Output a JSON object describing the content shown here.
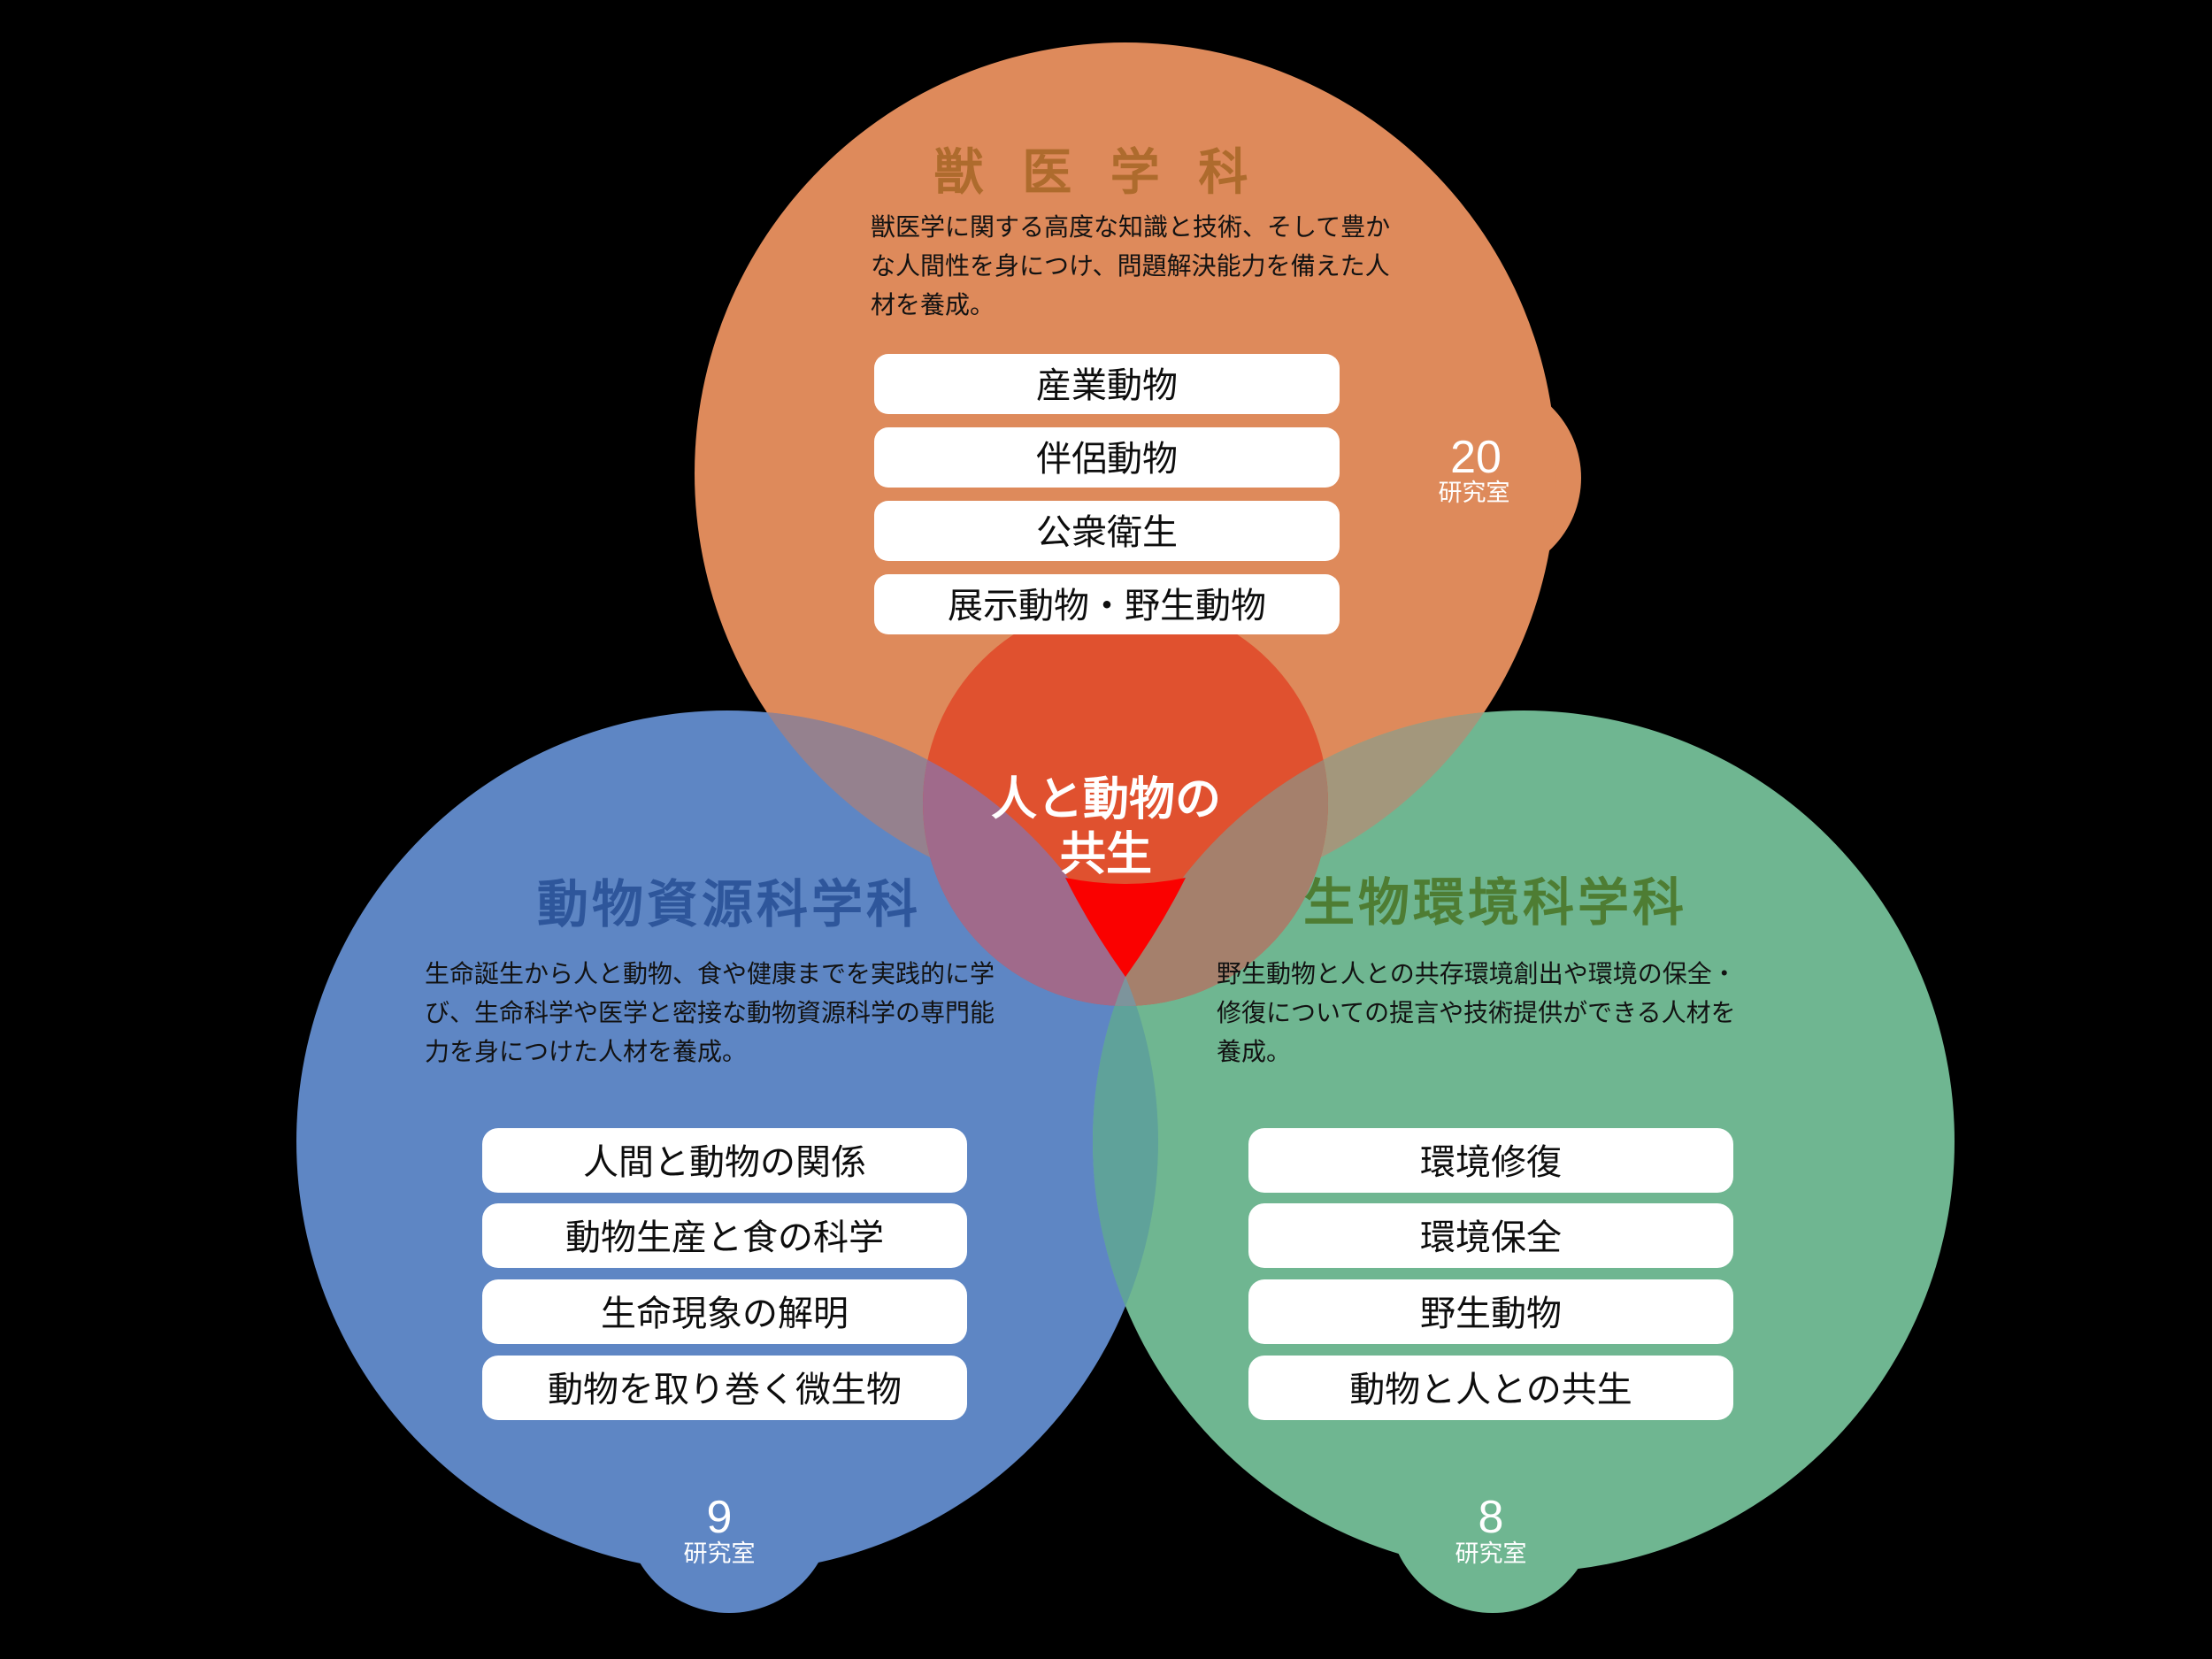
{
  "center": {
    "line1": "人と動物の",
    "line2": "共生"
  },
  "badge_unit": "研究室",
  "departments": {
    "veterinary": {
      "title": "獣 医 学 科",
      "description_lines": [
        "獣医学に関する高度な知識と技術、そして豊か",
        "な人間性を身につけ、問題解決能力を備えた人",
        "材を養成。"
      ],
      "labs_count": "20",
      "fields": [
        "産業動物",
        "伴侶動物",
        "公衆衛生",
        "展示動物・野生動物"
      ]
    },
    "animal_resource": {
      "title": "動物資源科学科",
      "description_lines": [
        "生命誕生から人と動物、食や健康までを実践的に学",
        "び、生命科学や医学と密接な動物資源科学の専門能",
        "力を身につけた人材を養成。"
      ],
      "labs_count": "9",
      "fields": [
        "人間と動物の関係",
        "動物生産と食の科学",
        "生命現象の解明",
        "動物を取り巻く微生物"
      ]
    },
    "bio_environment": {
      "title": "生物環境科学科",
      "description_lines": [
        "野生動物と人との共存環境創出や環境の保全・",
        "修復についての提言や技術提供ができる人材を",
        "養成。"
      ],
      "labs_count": "8",
      "fields": [
        "環境修復",
        "環境保全",
        "野生動物",
        "動物と人との共生"
      ]
    }
  },
  "colors": {
    "background": "#000000",
    "orange_circle": "#DE8A5B",
    "blue_circle": "#5E86C4",
    "green_circle": "#6FB691",
    "orange_title": "#AE6B2D",
    "blue_title": "#2E569B",
    "green_title": "#4E7D33",
    "overlap_blue_orange": "#95818E",
    "overlap_green_orange": "#A3977C",
    "overlap_blue_green": "#5FA29A",
    "red_core": "#E0512F",
    "red_over_blue": "#A06A8B",
    "red_over_green": "#A5806C",
    "red_over_blue_green": "#7D949C",
    "red_triangle": "#FA0100",
    "pill_background": "#FFFFFF"
  }
}
